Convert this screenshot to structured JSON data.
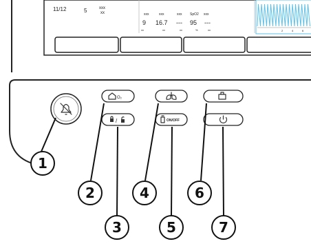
{
  "screen": {
    "row_label": "11/12",
    "row_value": "5",
    "row_unit_1": "xxx",
    "row_unit_2": "xx",
    "params": [
      {
        "head": "xxx",
        "value": "9",
        "unit": "xx"
      },
      {
        "head": "xxx",
        "value": "16.7",
        "unit": "xx"
      },
      {
        "head": "xxx",
        "value": "---",
        "unit": "xx"
      },
      {
        "head": "SpO2",
        "value": "95",
        "unit": "%"
      },
      {
        "head": "xxx",
        "value": "---",
        "unit": "xx"
      }
    ],
    "waveform_ticks": [
      "2",
      "4",
      "6"
    ]
  },
  "buttons": {
    "alarm_silence": {
      "icon": "alarm-silence-icon"
    },
    "home": {
      "icon": "home-icon",
      "label": "O₂"
    },
    "screen_lock": {
      "icon": "lock-unlock-icon",
      "label": "/"
    },
    "manual_breath": {
      "icon": "lungs-icon"
    },
    "nebulizer": {
      "icon": "nebulizer-icon",
      "label": "ON/OFF"
    },
    "print_screen": {
      "icon": "print-screen-icon"
    },
    "power": {
      "icon": "power-icon"
    }
  },
  "callouts": [
    "1",
    "2",
    "3",
    "4",
    "5",
    "6",
    "7"
  ],
  "colors": {
    "waveform": "#5bc0e8",
    "outline": "#222222"
  }
}
